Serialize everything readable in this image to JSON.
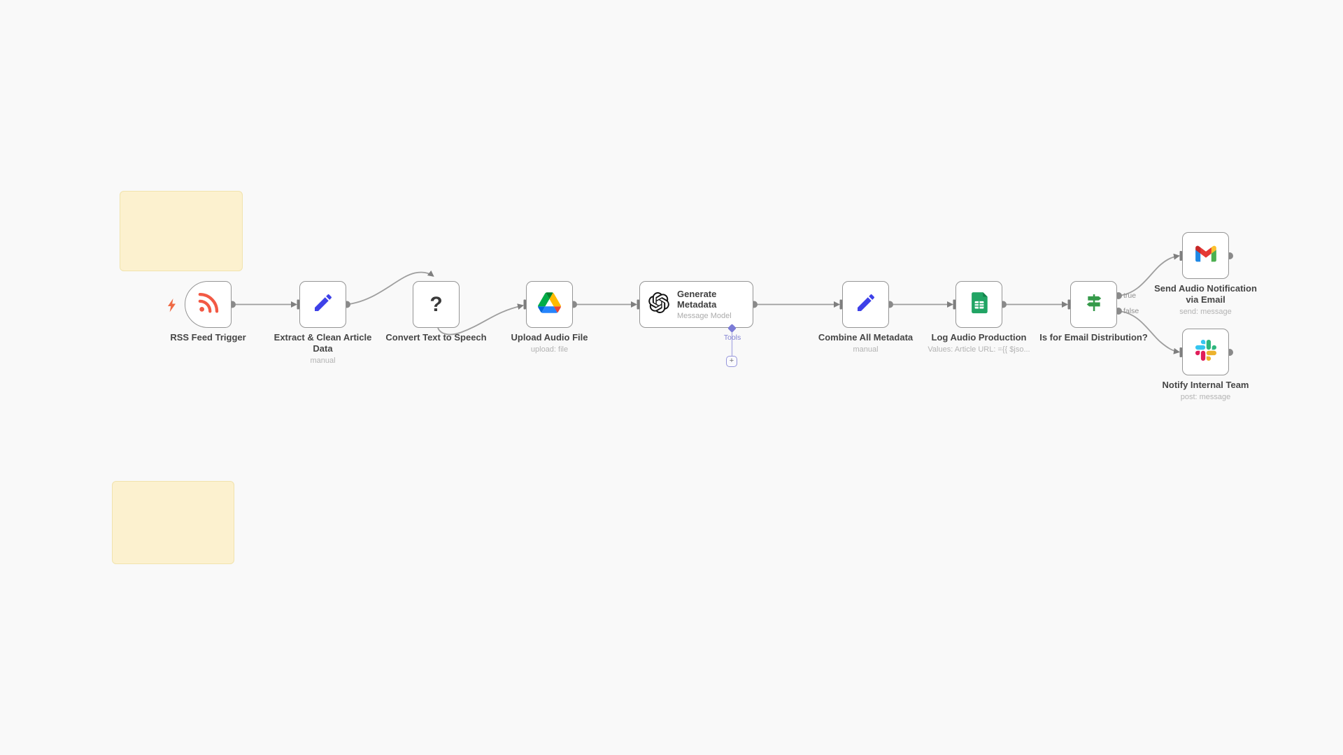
{
  "canvas": {
    "background": "#f9f9f9"
  },
  "colors": {
    "node_border": "#959595",
    "connection": "#9e9e9e",
    "endpoint_dot": "#8a8a8a",
    "label": "#464646",
    "sublabel": "#b3b3b3",
    "sticky_note": "#fcf1cf",
    "rss_icon": "#f25944",
    "pencil_icon": "#3e41e8",
    "sheets_icon": "#21a464",
    "signpost_icon": "#359a4a",
    "openai_icon": "#111111",
    "tools_accent": "#7b7bd6",
    "trigger_bolt": "#ef6a45"
  },
  "sticky_notes": [
    {
      "id": "note-top",
      "text": ""
    },
    {
      "id": "note-bottom",
      "text": ""
    }
  ],
  "nodes": [
    {
      "id": "rss",
      "label": "RSS Feed Trigger",
      "icon": "rss-icon"
    },
    {
      "id": "extract",
      "label": "Extract & Clean Article Data",
      "sublabel": "manual",
      "icon": "pencil-icon"
    },
    {
      "id": "convert",
      "label": "Convert Text to Speech",
      "icon": "question-mark-icon",
      "glyph": "?"
    },
    {
      "id": "upload",
      "label": "Upload Audio File",
      "sublabel": "upload: file",
      "icon": "google-drive-icon"
    },
    {
      "id": "generate",
      "label": "Generate Metadata",
      "sublabel": "Message Model",
      "icon": "openai-icon",
      "tools_port_label": "Tools"
    },
    {
      "id": "combine",
      "label": "Combine All Metadata",
      "sublabel": "manual",
      "icon": "pencil-icon"
    },
    {
      "id": "log",
      "label": "Log Audio Production",
      "sublabel": "Values: Article URL: ={{ $jso...",
      "icon": "google-sheets-icon"
    },
    {
      "id": "switch",
      "label": "Is for Email Distribution?",
      "icon": "signpost-icon",
      "outputs": [
        {
          "label": "true"
        },
        {
          "label": "false"
        }
      ]
    },
    {
      "id": "gmail",
      "label": "Send Audio Notification via Email",
      "sublabel": "send: message",
      "icon": "gmail-icon"
    },
    {
      "id": "slack",
      "label": "Notify Internal Team",
      "sublabel": "post: message",
      "icon": "slack-icon"
    }
  ],
  "ports": {
    "add_tool_label": "+"
  }
}
